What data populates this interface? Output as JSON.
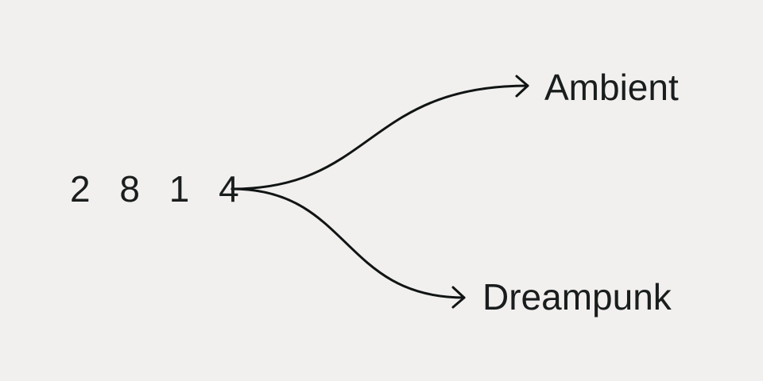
{
  "diagram": {
    "source": {
      "label": "2 8 1 4"
    },
    "branches": [
      {
        "id": "top",
        "label": "Ambient"
      },
      {
        "id": "bottom",
        "label": "Dreampunk"
      }
    ]
  },
  "colors": {
    "background": "#f1f0ee",
    "text": "#1a1d1d",
    "stroke": "#111414"
  }
}
